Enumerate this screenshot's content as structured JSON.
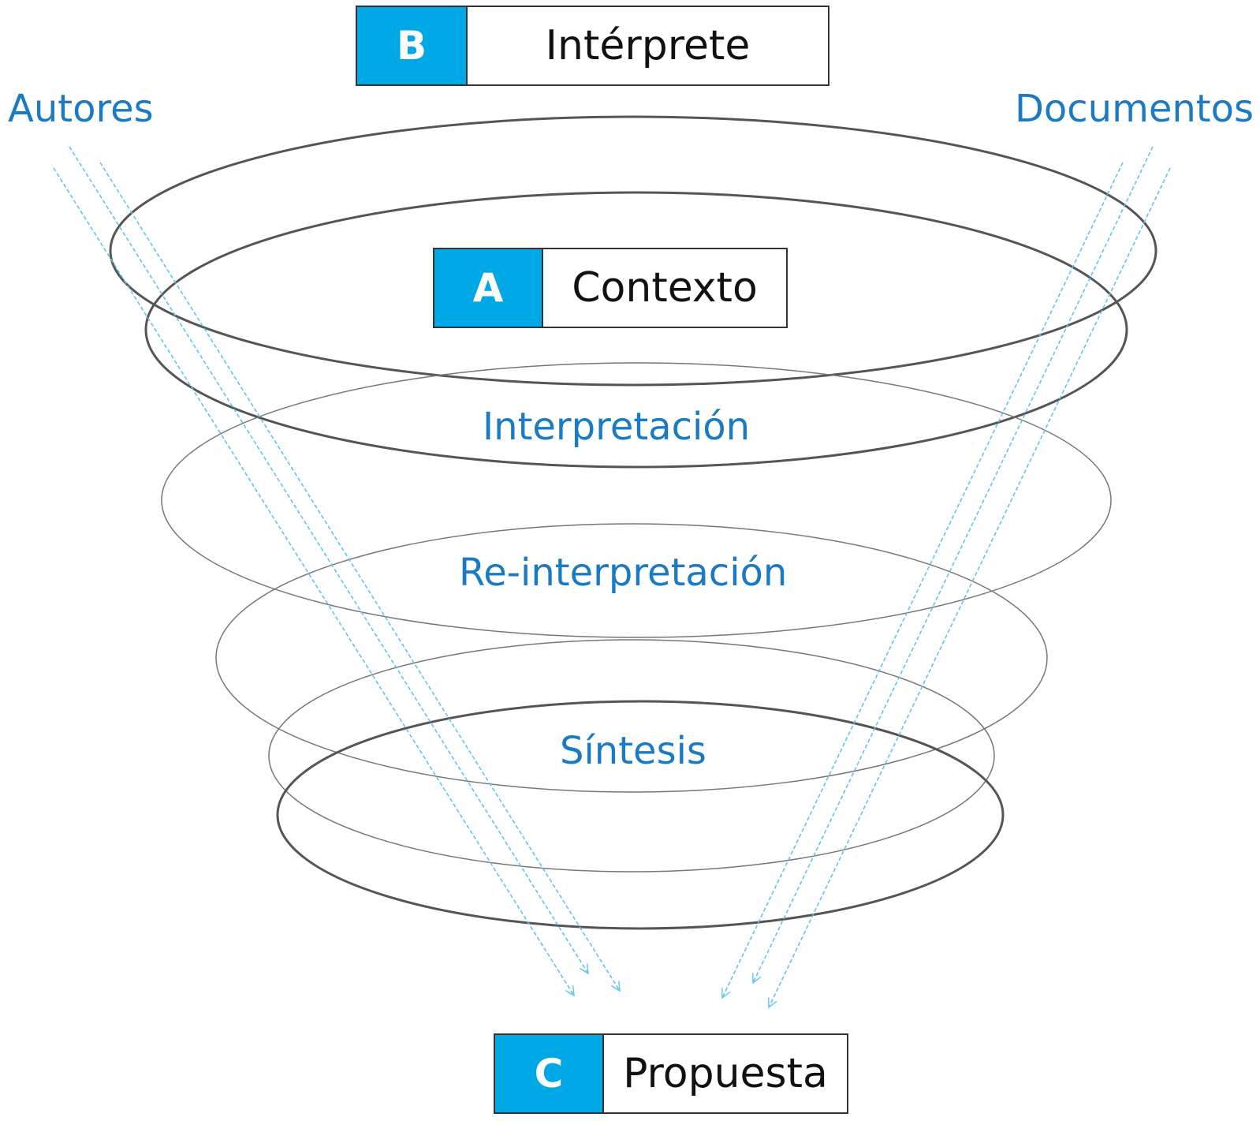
{
  "colors": {
    "accent": "#00a8e6",
    "label_text": "#1a7bc4",
    "ring": "#555555",
    "arrow": "#5cc6ef"
  },
  "boxes": {
    "b": {
      "letter": "B",
      "name": "Intérprete"
    },
    "a": {
      "letter": "A",
      "name": "Contexto"
    },
    "c": {
      "letter": "C",
      "name": "Propuesta"
    }
  },
  "side_labels": {
    "left": "Autores",
    "right": "Documentos"
  },
  "stages": [
    "Interpretación",
    "Re-interpretación",
    "Síntesis"
  ],
  "arrows": {
    "from_left": "Autores",
    "from_right": "Documentos",
    "to": "Propuesta"
  }
}
